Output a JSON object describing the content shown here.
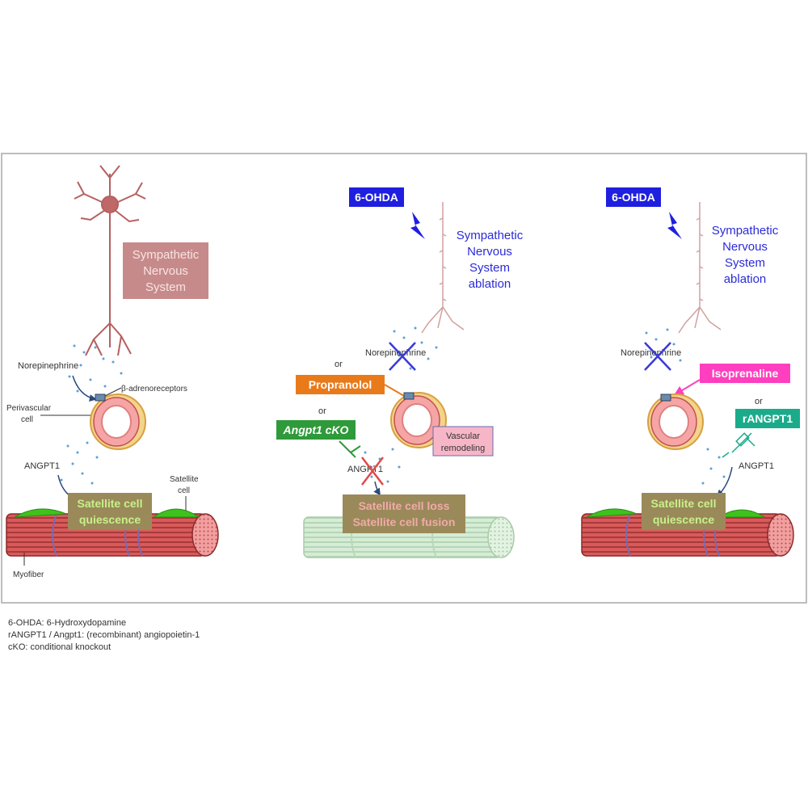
{
  "panel1": {
    "sns_label": [
      "Sympathetic",
      "Nervous",
      "System"
    ],
    "norepinephrine": "Norepinephrine",
    "beta_receptors": "β-adrenoreceptors",
    "perivascular": [
      "Perivascular",
      "cell"
    ],
    "angpt1": "ANGPT1",
    "satellite_cell": [
      "Satellite",
      "cell"
    ],
    "quiescence": [
      "Satellite cell",
      "quiescence"
    ],
    "myofiber": "Myofiber"
  },
  "panel2": {
    "drug": "6-OHDA",
    "ablation": [
      "Sympathetic",
      "Nervous",
      "System",
      "ablation"
    ],
    "or1": "or",
    "norepinephrine": "Norepinephrine",
    "propranolol": "Propranolol",
    "or2": "or",
    "angpt1_cko": "Angpt1 cKO",
    "vascular_remodeling": [
      "Vascular",
      "remodeling"
    ],
    "angpt1": "ANGPT1",
    "outcome": [
      "Satellite cell loss",
      "Satellite cell fusion"
    ]
  },
  "panel3": {
    "drug": "6-OHDA",
    "ablation": [
      "Sympathetic",
      "Nervous",
      "System",
      "ablation"
    ],
    "norepinephrine": "Norepinephrine",
    "isoprenaline": "Isoprenaline",
    "or": "or",
    "rangpt1": "rANGPT1",
    "angpt1": "ANGPT1",
    "quiescence": [
      "Satellite cell",
      "quiescence"
    ]
  },
  "footnotes": [
    "6-OHDA: 6-Hydroxydopamine",
    "rANGPT1 / Angpt1: (recombinant) angiopoietin-1",
    "cKO: conditional knockout"
  ],
  "colors": {
    "drug_box": "#1f1fe0",
    "propranolol_box": "#e97a1a",
    "cko_box": "#2e9a3a",
    "isoprenaline_box": "#ff3fbf",
    "rangpt1_box": "#1aab8a",
    "sns_box": "#c78a8a",
    "outcome_box": "#9a8a5a",
    "muscle_red": "#c94a4a",
    "muscle_green": "#c9e6c9",
    "satellite_green": "#3ec21e"
  }
}
